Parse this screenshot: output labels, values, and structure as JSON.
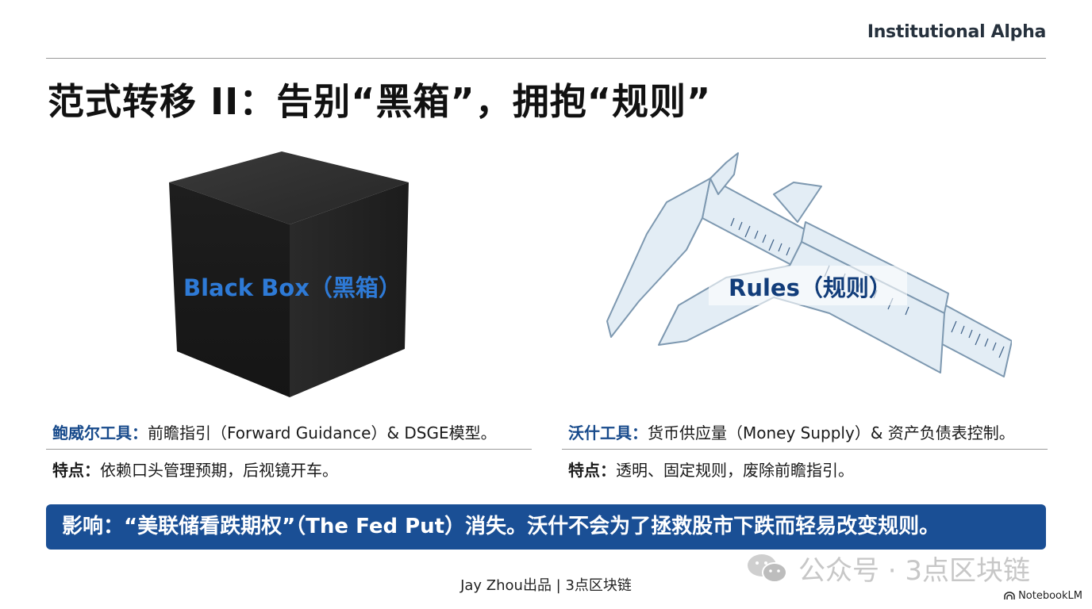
{
  "header": {
    "brand": "Institutional Alpha",
    "title": "范式转移 II：告别“黑箱”，拥抱“规则”"
  },
  "illustrations": {
    "left": {
      "icon": "black-cube",
      "label": "Black Box（黑箱）",
      "label_color": "#2e7ad6"
    },
    "right": {
      "icon": "vernier-caliper",
      "label": "Rules（规则）",
      "label_color": "#123d7a"
    }
  },
  "columns": {
    "left": {
      "tool_key": "鲍威尔工具：",
      "tool_value": "前瞻指引（Forward Guidance）& DSGE模型。",
      "feature_key": "特点：",
      "feature_value": "依赖口头管理预期，后视镜开车。"
    },
    "right": {
      "tool_key": "沃什工具：",
      "tool_value": "货币供应量（Money Supply）& 资产负债表控制。",
      "feature_key": "特点：",
      "feature_value": "透明、固定规则，废除前瞻指引。"
    }
  },
  "impact": {
    "text": "影响：“美联储看跌期权”（The Fed Put）消失。沃什不会为了拯救股市下跌而轻易改变规则。",
    "bg_color": "#1a4f95"
  },
  "watermark": {
    "icon": "wechat-icon",
    "text": "公众号 · 3点区块链"
  },
  "footer": {
    "credit": "Jay Zhou出品 | 3点区块链"
  },
  "badge": {
    "icon": "notebooklm-icon",
    "text": "NotebookLM"
  },
  "colors": {
    "accent_blue": "#174a8b",
    "brand_text": "#26313d"
  }
}
